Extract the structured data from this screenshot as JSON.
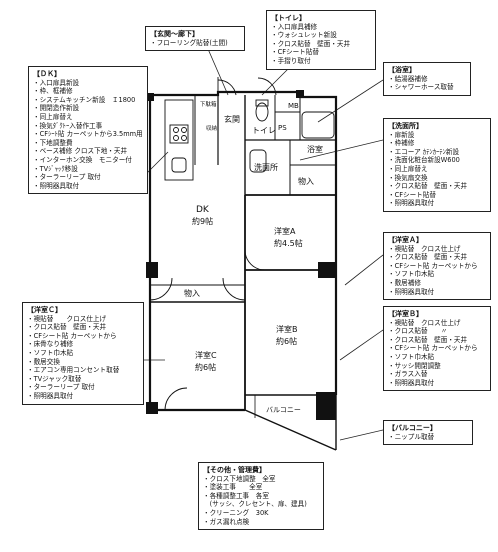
{
  "notes": {
    "genkan": {
      "title": "【玄関～廊下】",
      "lines": [
        "・フローリング貼替(土間)"
      ]
    },
    "toilet": {
      "title": "【トイレ】",
      "lines": [
        "・入口扉具補修",
        "・ウォシュレット新設",
        "・クロス貼替　壁面・天井",
        "・CFシート貼替",
        "・手摺り取付"
      ]
    },
    "dk": {
      "title": "【ＤＫ】",
      "lines": [
        "・入口扉具新設",
        "・枠、框補修",
        "・システムキッチン新設　Ｉ1800",
        "・開閉造作新設",
        "・同上扉替え",
        "・換気ﾀﾞｸﾄｰ入替作工事",
        "・CFｼｰﾄ貼 カーペットから3.5mm用",
        "・下地調整費",
        "・ベース補修 クロス下地・天井",
        "・インターホン交換　モニター付",
        "・TVｼﾞｬｯｸ移設",
        "・ターラーリープ 取付",
        "・照明器具取付"
      ]
    },
    "bath": {
      "title": "【浴室】",
      "lines": [
        "・給湯器補修",
        "・シャワーホース取替"
      ]
    },
    "senmen": {
      "title": "【洗面所】",
      "lines": [
        "・扉新設",
        "・枠補修",
        "・エコーア ｶﾃﾝｶｰﾃﾝ新設",
        "・洗面化粧台新設W600",
        "・同上扉替え",
        "・換気扇交換",
        "・クロス貼替　壁面・天井",
        "・CFシート貼替",
        "・照明器具取付"
      ]
    },
    "youA": {
      "title": "【洋室Ａ】",
      "lines": [
        "・襖貼替　クロス仕上げ",
        "・クロス貼替　壁面・天井",
        "・CFシート貼 カーペットから",
        "・ソフト巾木貼",
        "・敷居補修",
        "・照明器具取付"
      ]
    },
    "youC": {
      "title": "【洋室Ｃ】",
      "lines": [
        "・襖貼替　　クロス仕上げ",
        "・クロス貼替　壁面・天井",
        "・CFシート貼 カーペットから",
        "・床骨なり補修",
        "・ソフト巾木貼",
        "・敷居交換",
        "・エアコン専用コンセント取替",
        "・TVジャック取替",
        "・ターラーリープ 取付",
        "・照明器具取付"
      ]
    },
    "youB": {
      "title": "【洋室Ｂ】",
      "lines": [
        "・襖貼替　クロス仕上げ",
        "・クロス貼替　　〃",
        "・クロス貼替　壁面・天井",
        "・CFシート貼 カーペットから",
        "・ソフト巾木貼",
        "・サッシ開閉調整",
        "・ガラス入替",
        "・照明器具取付"
      ]
    },
    "balcony": {
      "title": "【バルコニー】",
      "lines": [
        "・ニップル取替"
      ]
    },
    "other": {
      "title": "【その他・管理費】",
      "lines": [
        "・クロス下地調整　全室",
        "・塗装工事　　全室",
        "・各種調整工事　各室",
        "　(サッシ、クレセント、扉、建具)",
        "・クリーニング　30K",
        "・ガス漏れ点検"
      ]
    }
  },
  "rooms": {
    "genkan": "玄関",
    "toilet": "トイレ",
    "mb": "MB",
    "ps": "PS",
    "bath": "浴室",
    "senmen": "洗面所",
    "storage_top": "下駄箱",
    "storage_side": "収納",
    "oshiire_right": "物入",
    "dk_name": "DK",
    "dk_size": "約9帖",
    "youA_name": "洋室A",
    "youA_size": "約4.5帖",
    "oshiire_mid": "物入",
    "youB_name": "洋室B",
    "youB_size": "約6帖",
    "youC_name": "洋室C",
    "youC_size": "約6帖",
    "balcony": "バルコニー"
  }
}
